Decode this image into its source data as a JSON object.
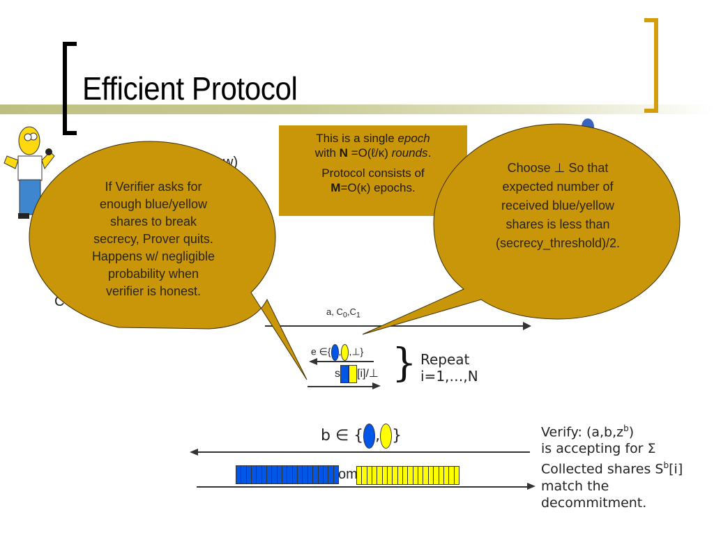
{
  "slide": {
    "title": "Efficient Protocol",
    "colors": {
      "accent": "#d19e0f",
      "bubble_fill": "#c9960a",
      "blue": "#0057e7",
      "yellow": "#ffff00"
    }
  },
  "partially_hidden": {
    "top_text": "w)",
    "left_letter": "C"
  },
  "note_box": {
    "line1_pre": "This is a single ",
    "line1_em": "epoch",
    "line2_pre": "with ",
    "line2_bold": "N",
    "line2_mid": " =O(ℓ/κ) ",
    "line2_em": "rounds",
    "line2_post": ".",
    "line3": "Protocol consists of",
    "line4_bold": "M",
    "line4_rest": "=O(κ) epochs."
  },
  "left_bubble": {
    "lines": [
      "If Verifier asks for",
      "enough blue/yellow",
      "shares to break",
      "secrecy, Prover quits.",
      "Happens w/ negligible",
      "probability when",
      "verifier is honest."
    ]
  },
  "right_bubble": {
    "lines": [
      "Choose ⊥ So that",
      "expected number of",
      "received blue/yellow",
      "shares is less than",
      "(secrecy_threshold)/2."
    ]
  },
  "messages": {
    "commit": "a, C",
    "commit_sub0": "0",
    "commit_mid": ",C",
    "commit_sub1": "1",
    "challenge_pre": "e ∈{",
    "challenge_post": ",⊥}",
    "response_pre": "s",
    "response_post": "[i]/⊥",
    "repeat_label": "Repeat",
    "repeat_range": "i=1,…,N",
    "final_challenge_pre": "b ∈ {",
    "final_challenge_post": "}",
    "final_response_hidden": "om"
  },
  "verify": {
    "line1_pre": "Verify: (a,b,z",
    "line1_sup": "b",
    "line1_post": ")",
    "line2": "is accepting for Σ",
    "line3_pre": "Collected shares S",
    "line3_sup": "b",
    "line3_post": "[i]",
    "line4": "match the",
    "line5": "decommitment."
  },
  "share_bars": {
    "blue_cells": 20,
    "yellow_cells": 20
  }
}
